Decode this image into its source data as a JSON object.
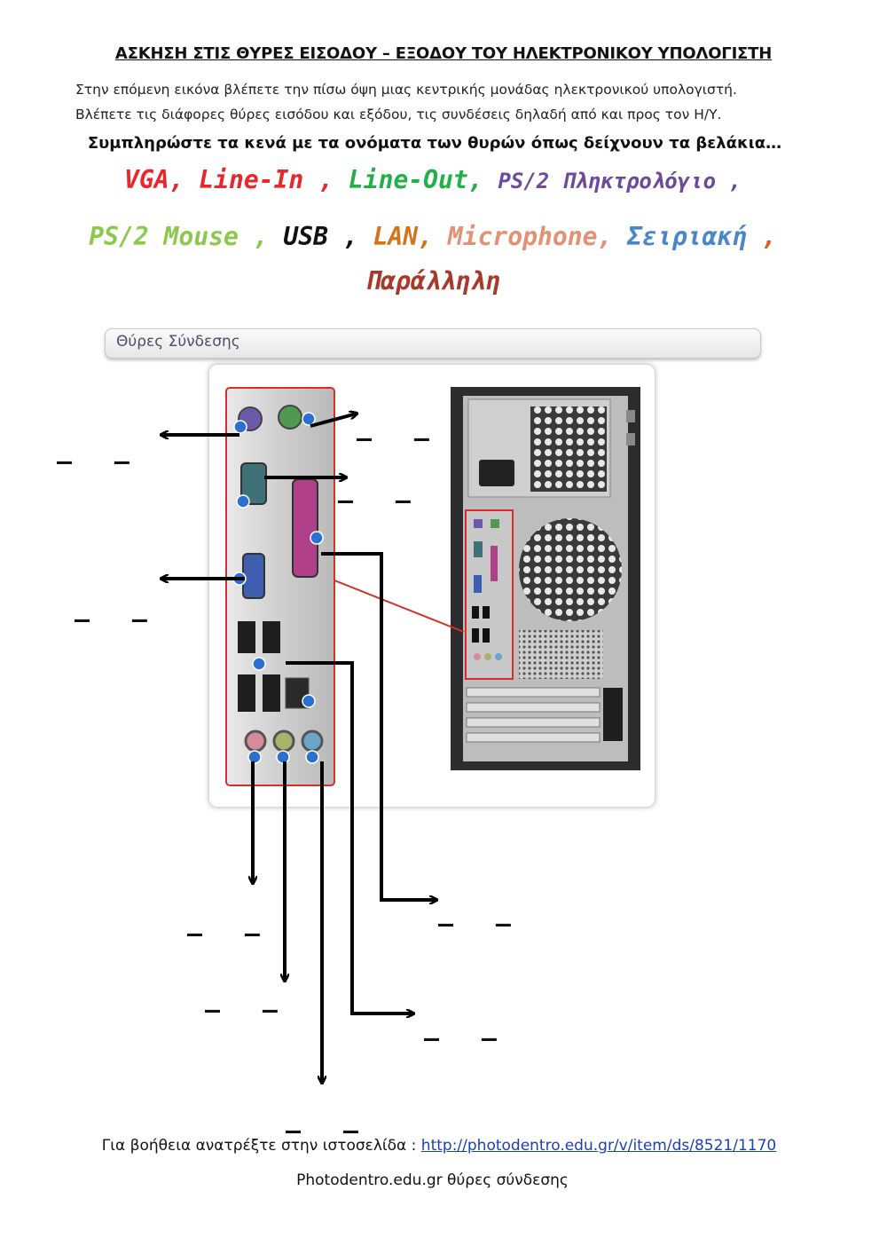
{
  "title": "ΑΣΚΗΣΗ ΣΤΙΣ ΘΥΡΕΣ ΕΙΣΟΔΟΥ – ΕΞΟΔΟΥ ΤΟΥ ΗΛΕΚΤΡΟΝΙΚΟΥ ΥΠΟΛΟΓΙΣΤΗ",
  "intro": [
    "Στην επόμενη εικόνα βλέπετε την πίσω όψη μιας κεντρικής μονάδας ηλεκτρονικού υπολογιστή.",
    "Βλέπετε τις διάφορες θύρες εισόδου και εξόδου, τις συνδέσεις δηλαδή από και προς τον Η/Υ."
  ],
  "instruction": "Συμπληρώστε τα κενά με τα ονόματα των θυρών όπως δείχνουν τα βελάκια…",
  "word_bank": [
    {
      "text": "VGA",
      "color": "#e8262b"
    },
    {
      "text": "Line-In",
      "color": "#e8262b"
    },
    {
      "text": "Line-Out",
      "color": "#23b04a"
    },
    {
      "text": "PS/2 Πληκτρολόγιο",
      "color": "#6c4a9c"
    },
    {
      "text": "PS/2 Mouse",
      "color": "#8cc84b"
    },
    {
      "text": "USB",
      "color": "#111111"
    },
    {
      "text": "LAN",
      "color": "#d2741c"
    },
    {
      "text": "Microphone",
      "color": "#e39175"
    },
    {
      "text": "Σειριακή",
      "color": "#4a86c8"
    },
    {
      "text": "Παράλληλη",
      "color": "#a63a2e"
    }
  ],
  "separator_color": "#e05a1f",
  "panel_title": "Θύρες Σύνδεσης",
  "blank": "_ _",
  "footer": {
    "help_prefix": "Για βοήθεια ανατρέξτε στην ιστοσελίδα : ",
    "help_link": "http://photodentro.edu.gr/v/item/ds/8521/1170",
    "credit": "Photodentro.edu.gr θύρες σύνδεσης"
  }
}
